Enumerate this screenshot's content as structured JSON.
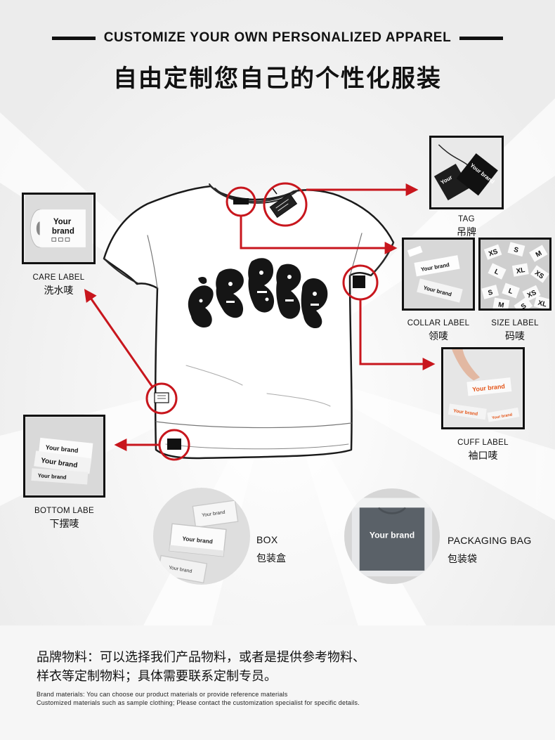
{
  "header": {
    "title_en": "CUSTOMIZE YOUR OWN PERSONALIZED APPAREL",
    "title_cn": "自由定制您自己的个性化服装"
  },
  "labels": {
    "tag": {
      "en": "TAG",
      "cn": "吊牌"
    },
    "care": {
      "en": "CARE LABEL",
      "cn": "洗水唛"
    },
    "collar": {
      "en": "COLLAR LABEL",
      "cn": "领唛"
    },
    "size": {
      "en": "SIZE LABEL",
      "cn": "码唛"
    },
    "cuff": {
      "en": "CUFF LABEL",
      "cn": "袖口唛"
    },
    "bottom": {
      "en": "BOTTOM LABE",
      "cn": "下摆唛"
    },
    "box": {
      "en": "BOX",
      "cn": "包装盒"
    },
    "bag": {
      "en": "PACKAGING BAG",
      "cn": "包装袋"
    }
  },
  "photo_text": {
    "brand_line1": "Your",
    "brand_line2": "brand",
    "brand": "Your brand",
    "size_letters": [
      "XS",
      "S",
      "M",
      "L",
      "XL",
      "XS",
      "S",
      "L",
      "XS",
      "M",
      "S",
      "XL"
    ]
  },
  "footer": {
    "cn_line1": "品牌物料：可以选择我们产品物料，或者是提供参考物料、",
    "cn_line2": "样衣等定制物料；具体需要联系定制专员。",
    "en_line1": "Brand materials: You can choose our product materials or provide reference materials",
    "en_line2": "Customized materials such as sample clothing; Please contact the customization specialist for specific details."
  },
  "colors": {
    "accent_red": "#c8161d",
    "ink": "#111111",
    "background": "#f3f3f3"
  }
}
